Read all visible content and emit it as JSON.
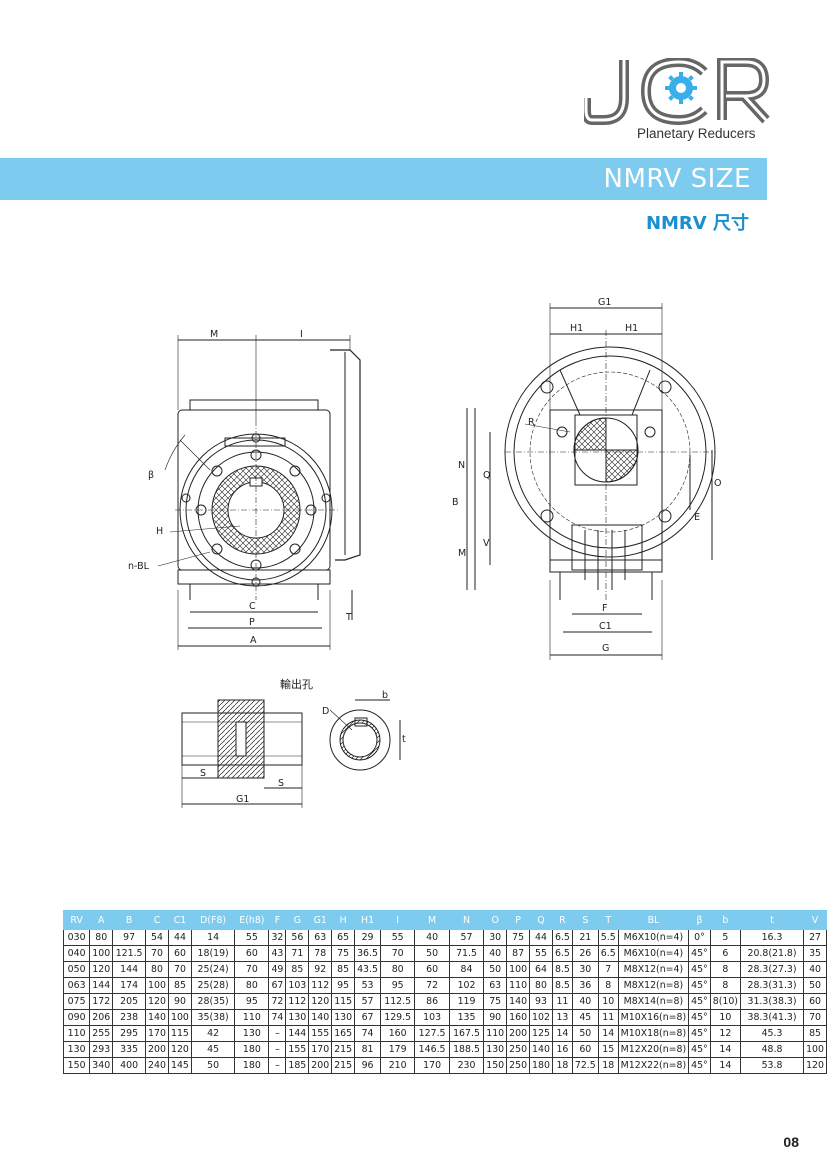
{
  "logo": {
    "text": "JCR",
    "subtitle": "Planetary Reducers"
  },
  "banner": {
    "title": "NMRV SIZE"
  },
  "subtitle": "NMRV 尺寸",
  "drawing_labels": {
    "M": "M",
    "I": "I",
    "beta": "β",
    "H": "H",
    "nBL": "n-BL",
    "C": "C",
    "P": "P",
    "A": "A",
    "T": "T",
    "G1": "G1",
    "H1a": "H1",
    "H1b": "H1",
    "R": "R",
    "B": "B",
    "N": "N",
    "Q": "Q",
    "Mr": "M",
    "V": "V",
    "O": "O",
    "E": "E",
    "F": "F",
    "C1": "C1",
    "G": "G",
    "output_hole": "輸出孔",
    "D": "D",
    "b": "b",
    "t": "t",
    "S1": "S",
    "S2": "S",
    "G1b": "G1"
  },
  "table": {
    "headers": [
      "RV",
      "A",
      "B",
      "C",
      "C1",
      "D(F8)",
      "E(h8)",
      "F",
      "G",
      "G1",
      "H",
      "H1",
      "I",
      "M",
      "N",
      "O",
      "P",
      "Q",
      "R",
      "S",
      "T",
      "BL",
      "β",
      "b",
      "t",
      "V"
    ],
    "rows": [
      [
        "030",
        "80",
        "97",
        "54",
        "44",
        "14",
        "55",
        "32",
        "56",
        "63",
        "65",
        "29",
        "55",
        "40",
        "57",
        "30",
        "75",
        "44",
        "6.5",
        "21",
        "5.5",
        "M6X10(n=4)",
        "0°",
        "5",
        "16.3",
        "27"
      ],
      [
        "040",
        "100",
        "121.5",
        "70",
        "60",
        "18(19)",
        "60",
        "43",
        "71",
        "78",
        "75",
        "36.5",
        "70",
        "50",
        "71.5",
        "40",
        "87",
        "55",
        "6.5",
        "26",
        "6.5",
        "M6X10(n=4)",
        "45°",
        "6",
        "20.8(21.8)",
        "35"
      ],
      [
        "050",
        "120",
        "144",
        "80",
        "70",
        "25(24)",
        "70",
        "49",
        "85",
        "92",
        "85",
        "43.5",
        "80",
        "60",
        "84",
        "50",
        "100",
        "64",
        "8.5",
        "30",
        "7",
        "M8X12(n=4)",
        "45°",
        "8",
        "28.3(27.3)",
        "40"
      ],
      [
        "063",
        "144",
        "174",
        "100",
        "85",
        "25(28)",
        "80",
        "67",
        "103",
        "112",
        "95",
        "53",
        "95",
        "72",
        "102",
        "63",
        "110",
        "80",
        "8.5",
        "36",
        "8",
        "M8X12(n=8)",
        "45°",
        "8",
        "28.3(31.3)",
        "50"
      ],
      [
        "075",
        "172",
        "205",
        "120",
        "90",
        "28(35)",
        "95",
        "72",
        "112",
        "120",
        "115",
        "57",
        "112.5",
        "86",
        "119",
        "75",
        "140",
        "93",
        "11",
        "40",
        "10",
        "M8X14(n=8)",
        "45°",
        "8(10)",
        "31.3(38.3)",
        "60"
      ],
      [
        "090",
        "206",
        "238",
        "140",
        "100",
        "35(38)",
        "110",
        "74",
        "130",
        "140",
        "130",
        "67",
        "129.5",
        "103",
        "135",
        "90",
        "160",
        "102",
        "13",
        "45",
        "11",
        "M10X16(n=8)",
        "45°",
        "10",
        "38.3(41.3)",
        "70"
      ],
      [
        "110",
        "255",
        "295",
        "170",
        "115",
        "42",
        "130",
        "–",
        "144",
        "155",
        "165",
        "74",
        "160",
        "127.5",
        "167.5",
        "110",
        "200",
        "125",
        "14",
        "50",
        "14",
        "M10X18(n=8)",
        "45°",
        "12",
        "45.3",
        "85"
      ],
      [
        "130",
        "293",
        "335",
        "200",
        "120",
        "45",
        "180",
        "–",
        "155",
        "170",
        "215",
        "81",
        "179",
        "146.5",
        "188.5",
        "130",
        "250",
        "140",
        "16",
        "60",
        "15",
        "M12X20(n=8)",
        "45°",
        "14",
        "48.8",
        "100"
      ],
      [
        "150",
        "340",
        "400",
        "240",
        "145",
        "50",
        "180",
        "–",
        "185",
        "200",
        "215",
        "96",
        "210",
        "170",
        "230",
        "150",
        "250",
        "180",
        "18",
        "72.5",
        "18",
        "M12X22(n=8)",
        "45°",
        "14",
        "53.8",
        "120"
      ]
    ]
  },
  "page_number": "08"
}
